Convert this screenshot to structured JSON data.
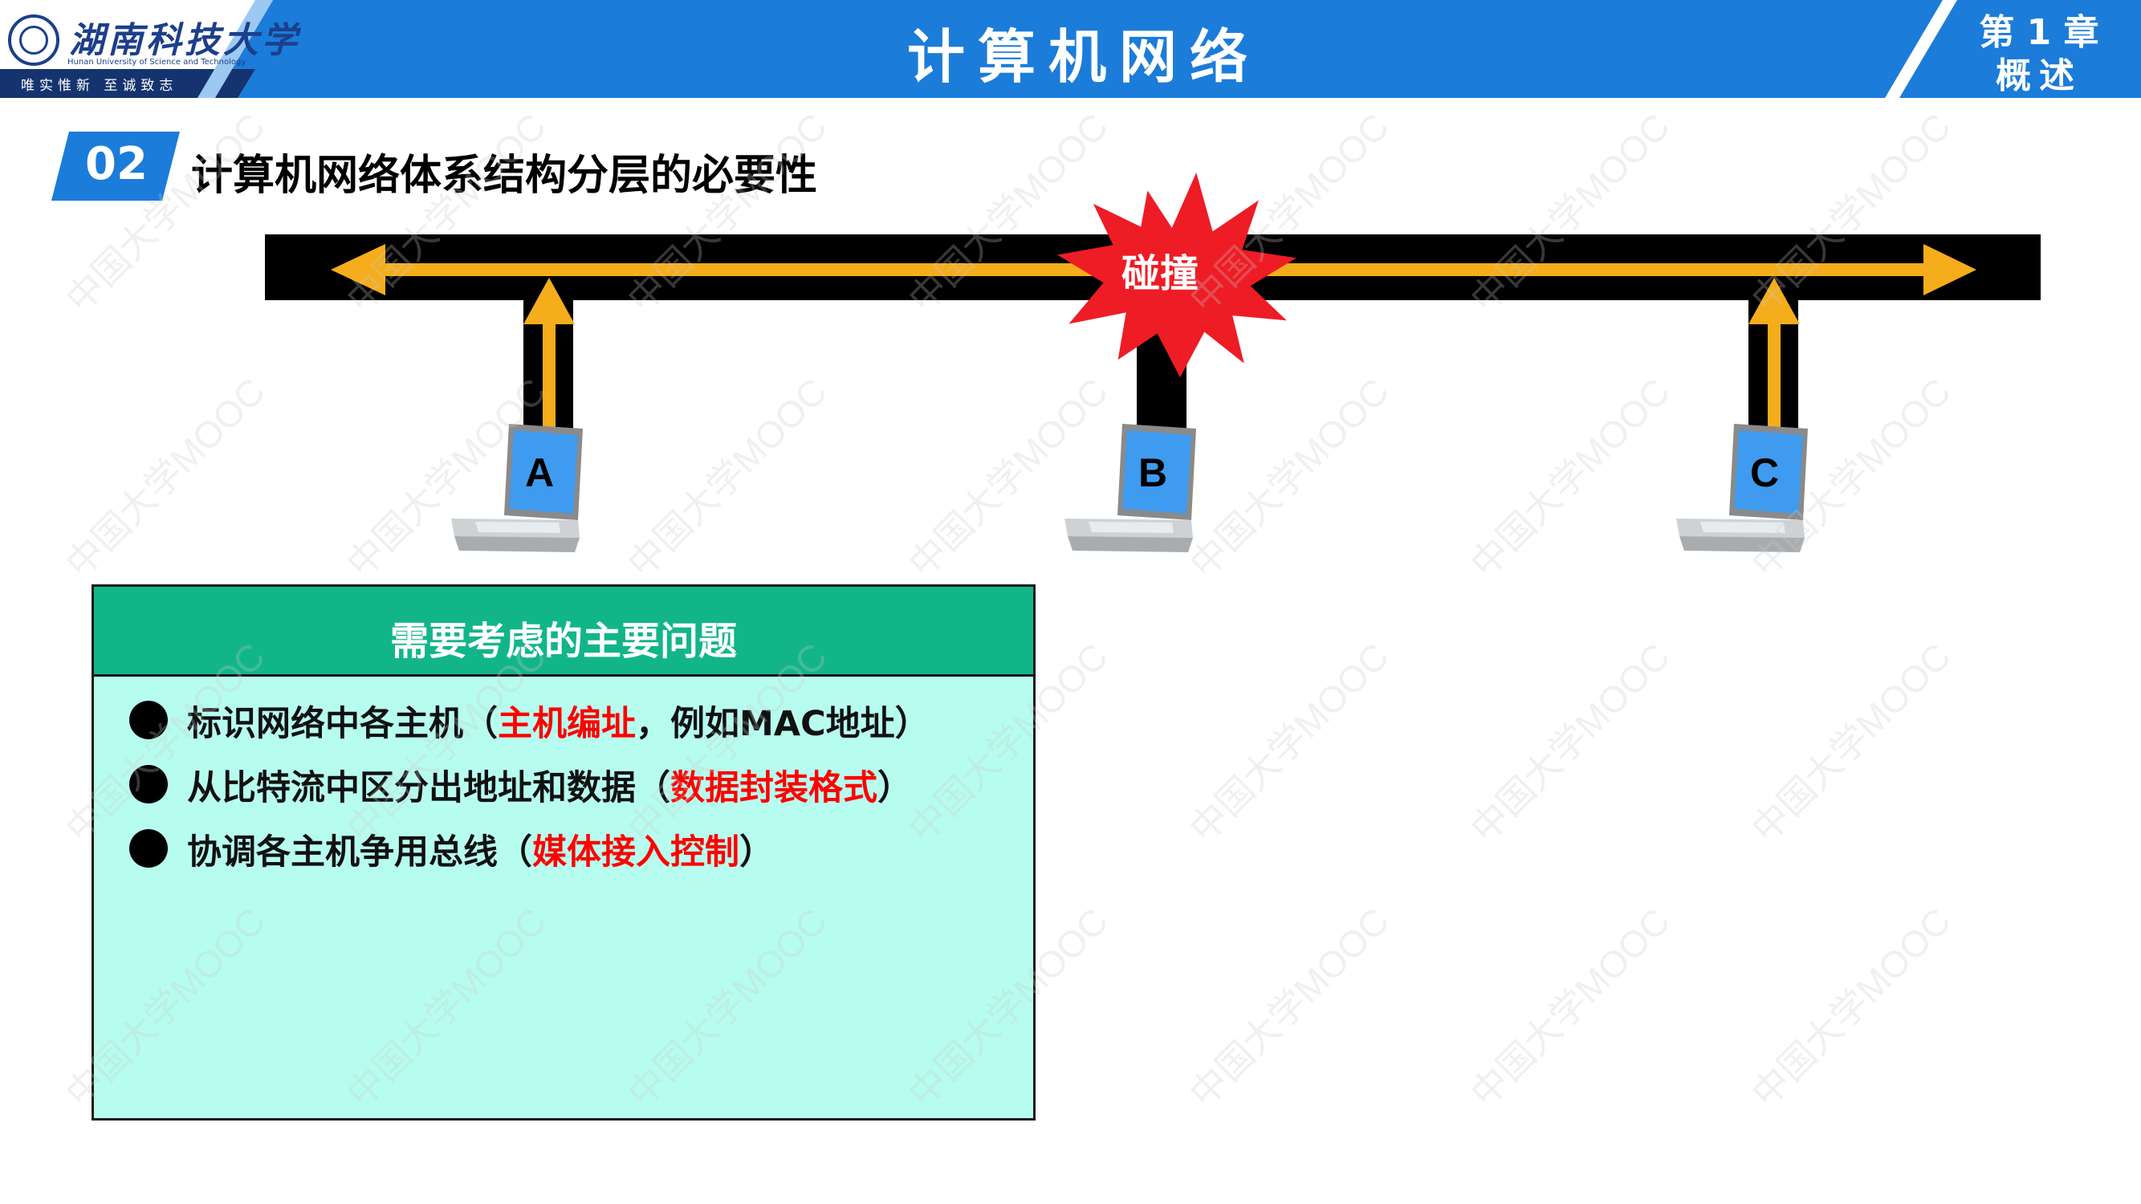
{
  "header": {
    "university_name": "湖南科技大学",
    "university_name_en": "Hunan University of Science and Technology",
    "motto": "唯实惟新  至诚致志",
    "course_title": "计算机网络",
    "chapter_number": "第 1 章",
    "chapter_name": "概述"
  },
  "section": {
    "number": "02",
    "title": "计算机网络体系结构分层的必要性"
  },
  "diagram": {
    "collision_label": "碰撞",
    "hosts": [
      {
        "label": "A"
      },
      {
        "label": "B"
      },
      {
        "label": "C"
      }
    ],
    "colors": {
      "bus": "#000000",
      "signal_arrow": "#f5ad1b",
      "collision_burst": "#ee1c25",
      "laptop_screen": "#3f9bef"
    }
  },
  "issues_panel": {
    "title": "需要考虑的主要问题",
    "items": [
      {
        "text": "标识网络中各主机（",
        "highlight": "主机编址",
        "suffix": "，例如MAC地址）"
      },
      {
        "text": "从比特流中区分出地址和数据（",
        "highlight": "数据封装格式",
        "suffix": "）"
      },
      {
        "text": "协调各主机争用总线（",
        "highlight": "媒体接入控制",
        "suffix": "）"
      }
    ],
    "colors": {
      "header": "#12b58a",
      "body": "#b7fdef",
      "highlight": "#ff0000"
    }
  },
  "watermark": "中国大学MOOC",
  "theme": {
    "header_blue": "#1b7cd9",
    "header_dark": "#15336e"
  }
}
